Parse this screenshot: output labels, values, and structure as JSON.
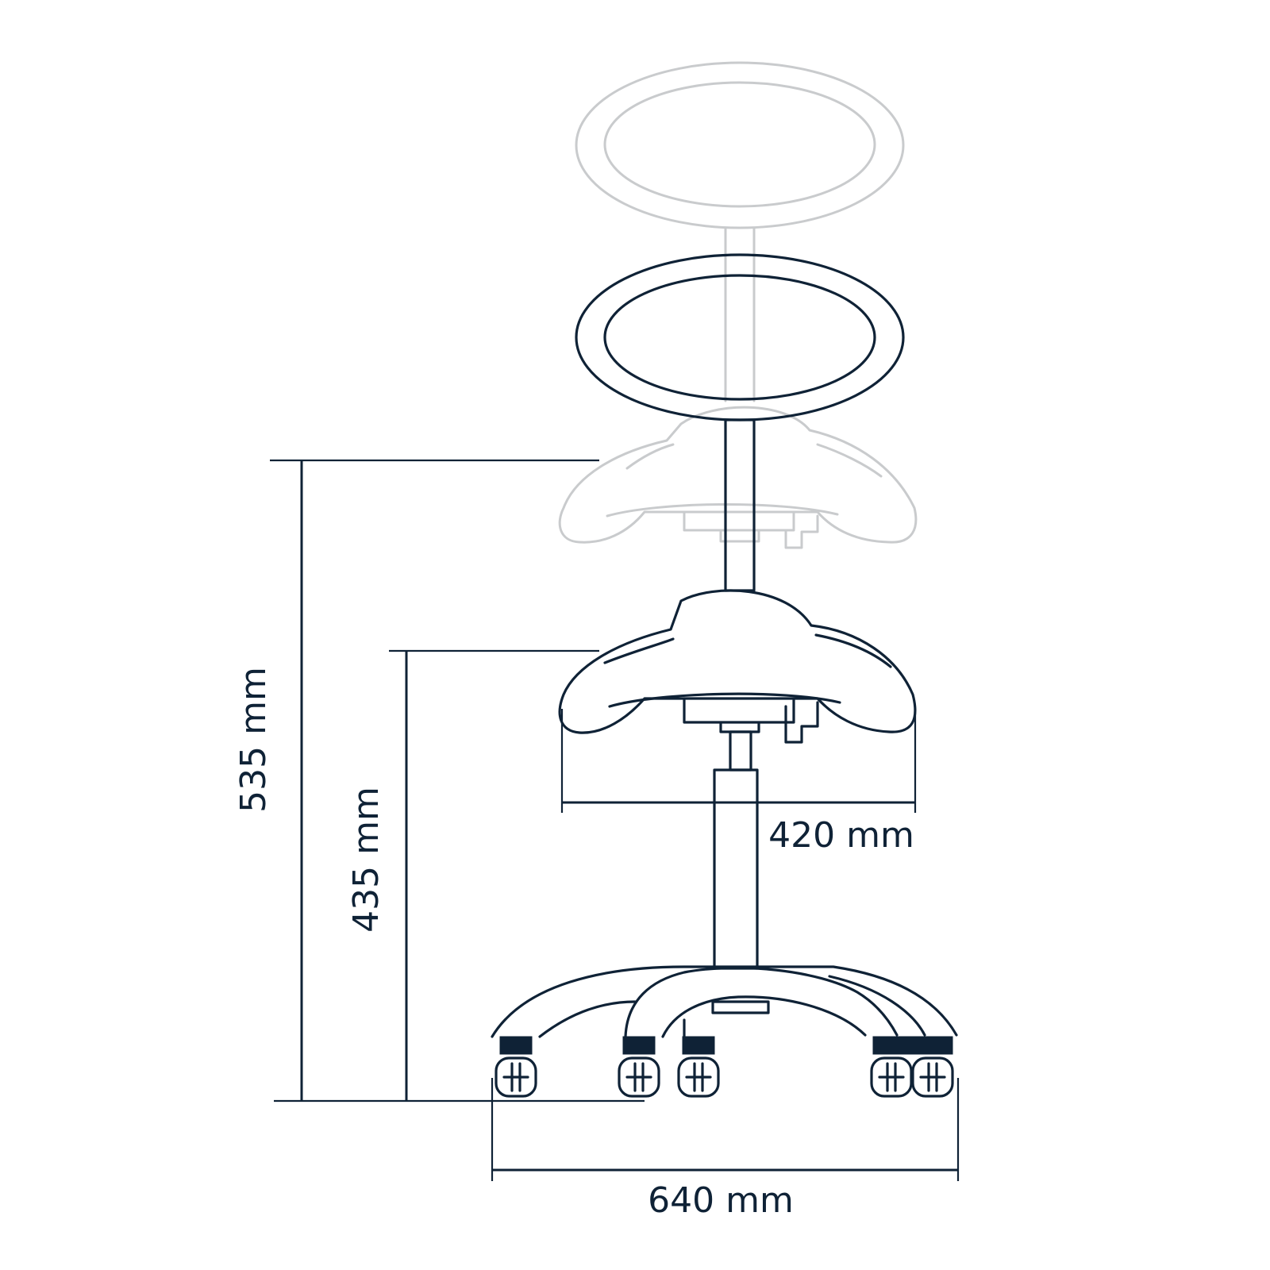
{
  "dimensions": {
    "max_height": "535 mm",
    "min_height": "435 mm",
    "seat_width": "420 mm",
    "base_width": "640 mm"
  },
  "colors": {
    "line": "#0f2236",
    "ghost": "#c9cbcd",
    "background": "#ffffff"
  }
}
